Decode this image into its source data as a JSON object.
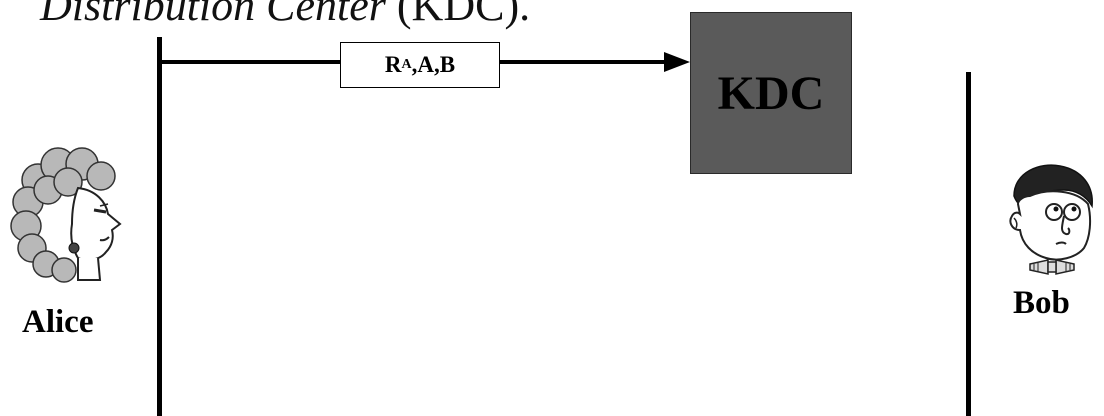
{
  "heading": {
    "italic_part": "Distribution Center",
    "plain_part": " (KDC)."
  },
  "message": {
    "r_label": "R",
    "r_subscript": "A",
    "rest": ",A,B"
  },
  "kdc": {
    "label": "KDC"
  },
  "actors": {
    "alice": "Alice",
    "bob": "Bob"
  },
  "colors": {
    "kdc_fill": "#5a5a5a",
    "line": "#000000"
  }
}
